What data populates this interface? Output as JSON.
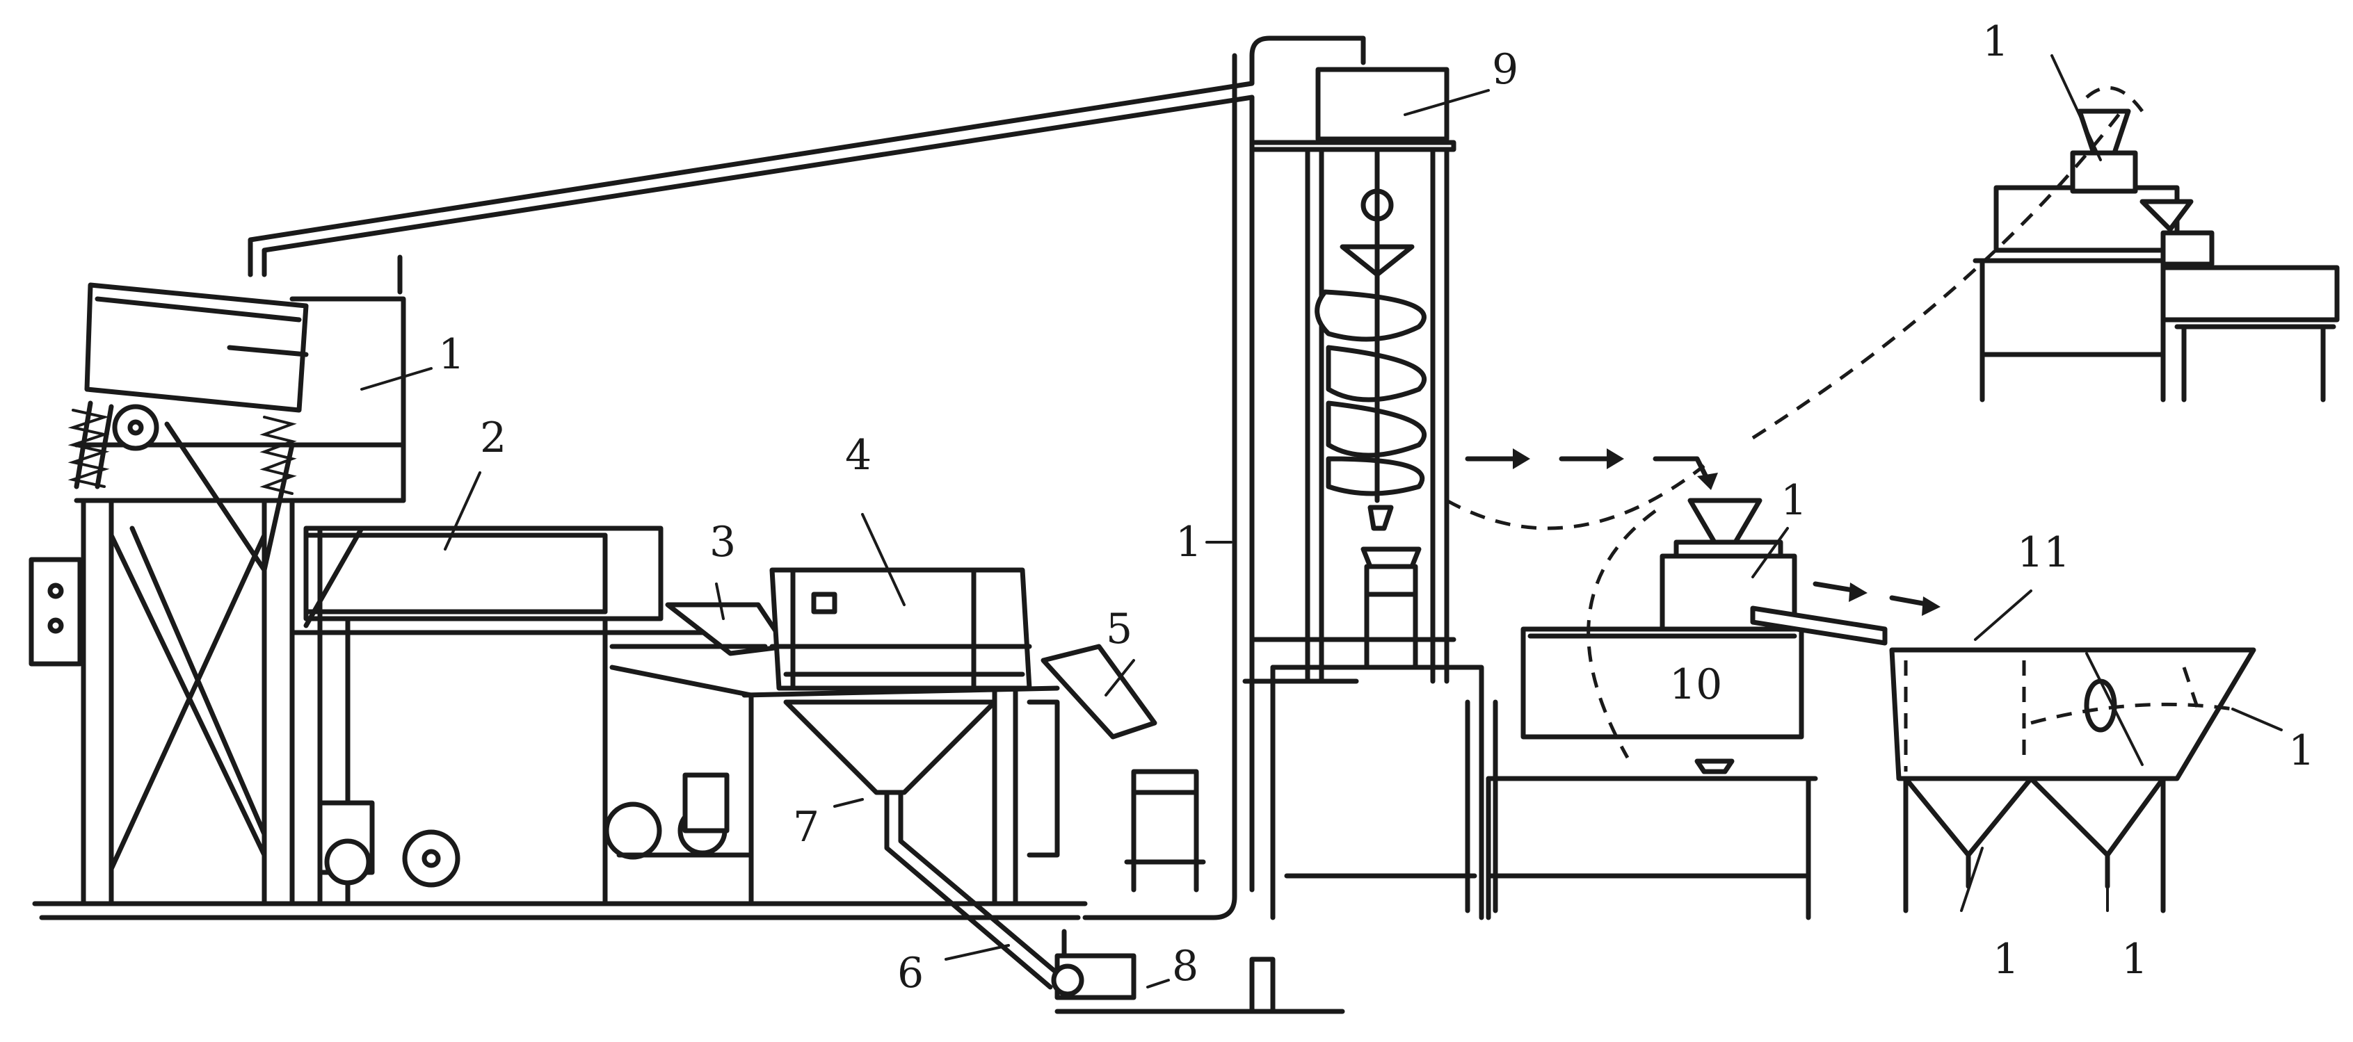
{
  "diagram": {
    "labels": [
      {
        "id": "l1a",
        "text": "1"
      },
      {
        "id": "l2",
        "text": "2"
      },
      {
        "id": "l3",
        "text": "3"
      },
      {
        "id": "l4",
        "text": "4"
      },
      {
        "id": "l5",
        "text": "5"
      },
      {
        "id": "l6",
        "text": "6"
      },
      {
        "id": "l7",
        "text": "7"
      },
      {
        "id": "l8",
        "text": "8"
      },
      {
        "id": "l9",
        "text": "9"
      },
      {
        "id": "l1b",
        "text": "1"
      },
      {
        "id": "l1c",
        "text": "1"
      },
      {
        "id": "l10",
        "text": "10"
      },
      {
        "id": "l11",
        "text": "11"
      },
      {
        "id": "l1d",
        "text": "1"
      },
      {
        "id": "l1e",
        "text": "1"
      },
      {
        "id": "l1f",
        "text": "1"
      },
      {
        "id": "l1g",
        "text": "1"
      }
    ],
    "colors": {
      "line": "#1a1a1a",
      "background": "#ffffff"
    }
  }
}
